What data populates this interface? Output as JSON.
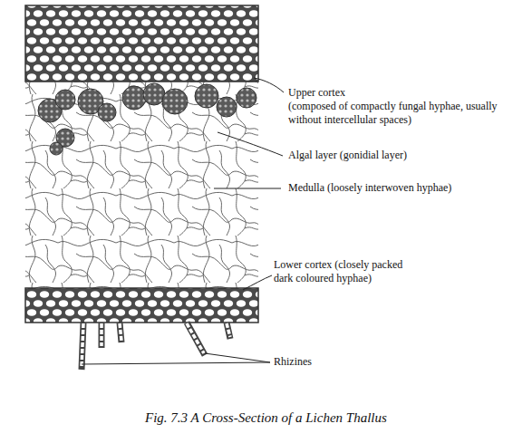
{
  "diagram": {
    "caption": "Fig. 7.3 A Cross-Section of a Lichen Thallus",
    "labels": [
      "Upper cortex",
      "(composed of compactly fungal hyphae, usually without intercellular spaces)",
      "Algal layer (gonidial layer)",
      "Medulla (loosely interwoven hyphae)",
      "Lower cortex (closely packed dark coloured hyphae)",
      "Rhizines"
    ]
  }
}
